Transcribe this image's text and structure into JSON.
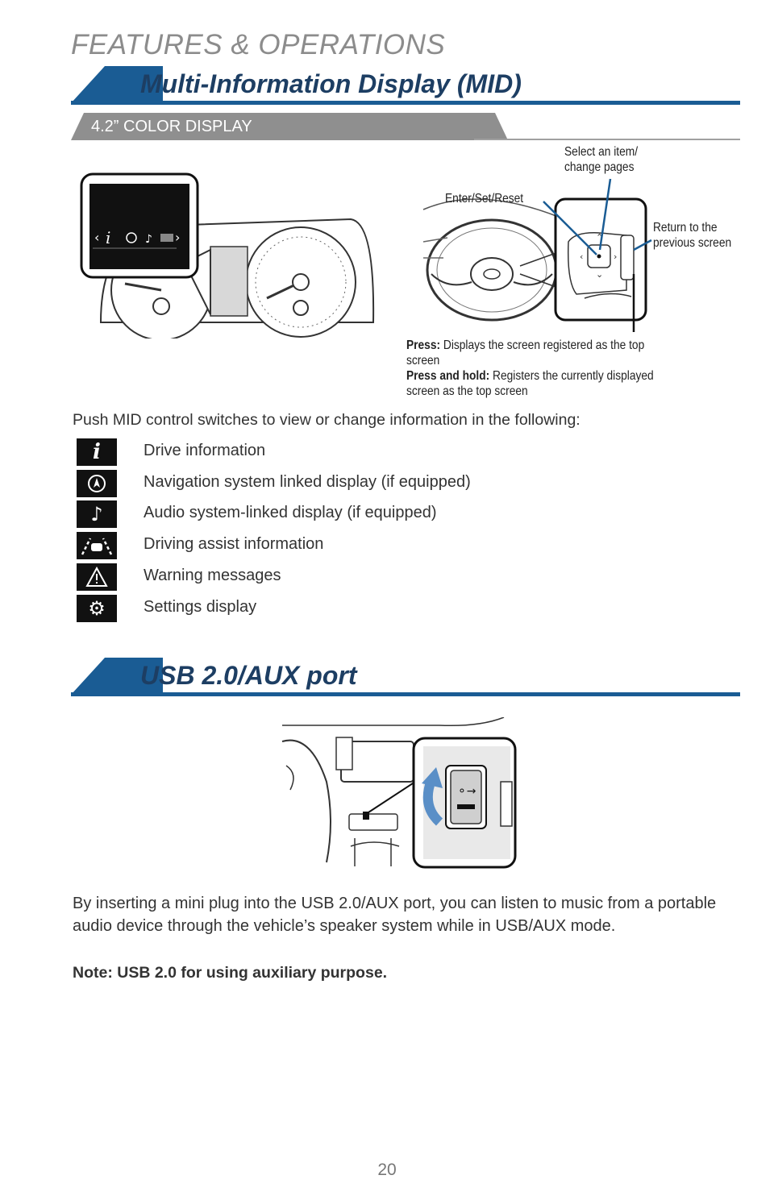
{
  "header": {
    "title": "FEATURES & OPERATIONS"
  },
  "mid_section": {
    "title": "Multi-Information Display (MID)",
    "subtitle": "4.2” COLOR DISPLAY",
    "callouts": {
      "select": [
        "Select an item/",
        "change pages"
      ],
      "enter": "Enter/Set/Reset",
      "return": [
        "Return to the",
        "previous screen"
      ],
      "press_label": "Press:",
      "press_text": "Displays the screen registered as the top",
      "press_text2": "screen",
      "hold_label": "Press and hold:",
      "hold_text": "Registers the currently displayed",
      "hold_text2": "screen as the top screen"
    },
    "intro": "Push MID control switches to view or change information in the following:",
    "features": [
      {
        "icon": "info-icon",
        "label": "Drive information"
      },
      {
        "icon": "navigation-icon",
        "label": "Navigation system linked display (if equipped)"
      },
      {
        "icon": "music-note-icon",
        "label": "Audio system-linked display (if equipped)"
      },
      {
        "icon": "driving-assist-icon",
        "label": "Driving assist information"
      },
      {
        "icon": "warning-icon",
        "label": "Warning messages"
      },
      {
        "icon": "settings-icon",
        "label": "Settings display"
      }
    ]
  },
  "usb_section": {
    "title": "USB 2.0/AUX port",
    "body": "By inserting a mini plug into the USB 2.0/AUX port, you can listen to music from a portable audio device through the vehicle’s speaker system while in USB/AUX mode.",
    "note": "Note: USB 2.0 for using auxiliary purpose."
  },
  "page_number": "20"
}
